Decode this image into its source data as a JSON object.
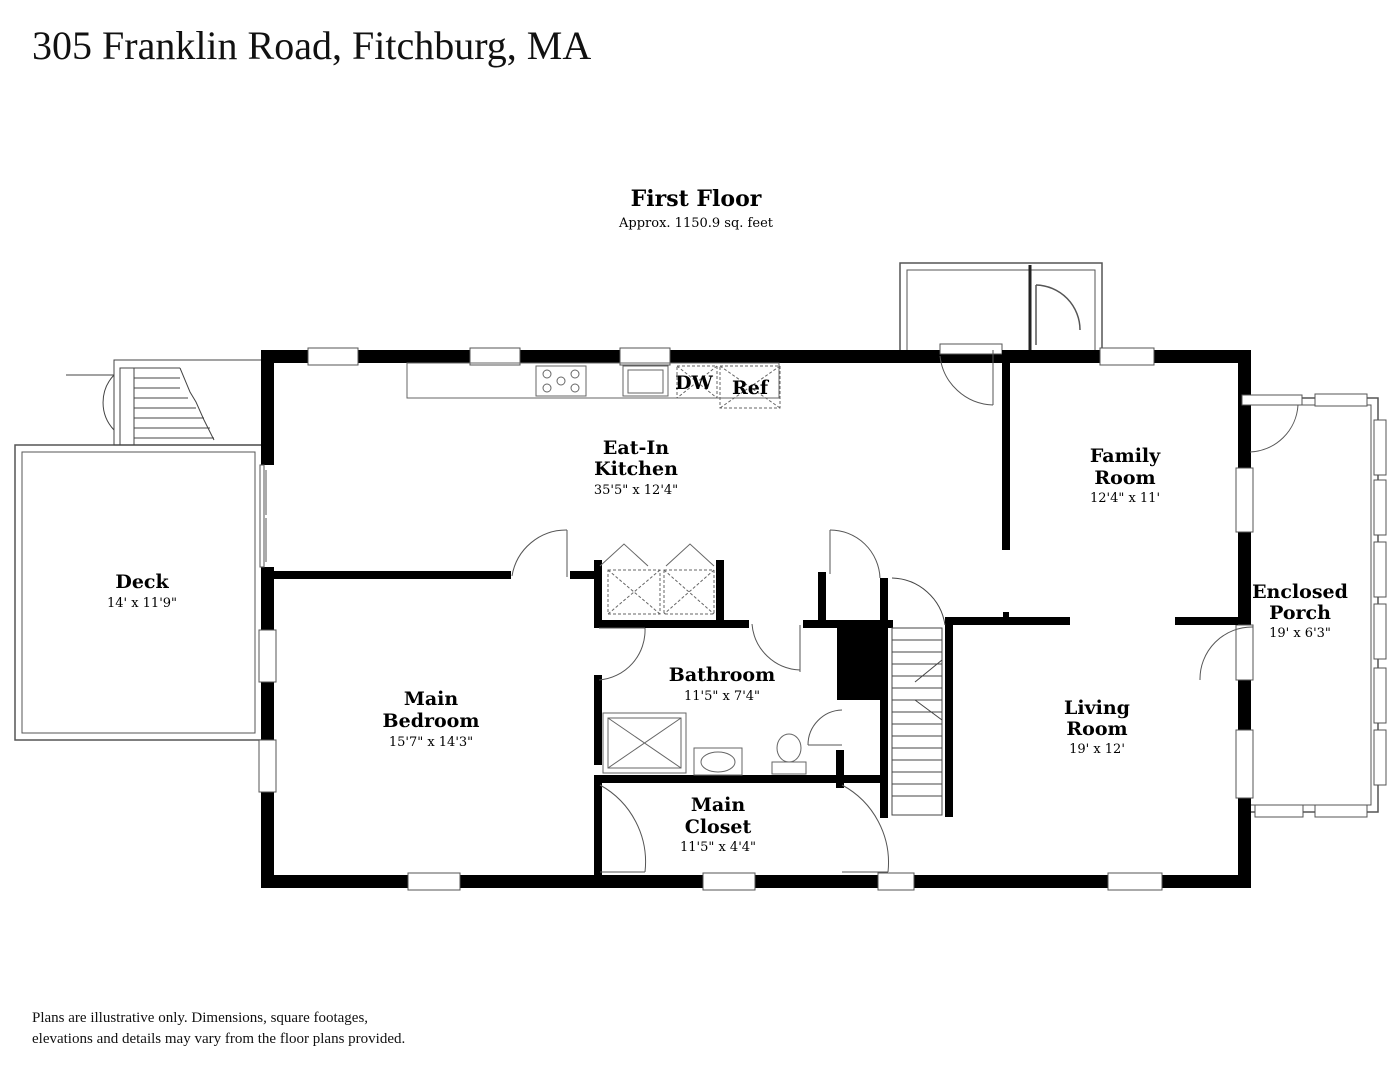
{
  "address": "305 Franklin Road, Fitchburg, MA",
  "floor": {
    "name": "First Floor",
    "area": "Approx. 1150.9 sq. feet"
  },
  "rooms": {
    "kitchen": {
      "line1": "Eat-In",
      "line2": "Kitchen",
      "size": "35'5\" x 12'4\""
    },
    "family": {
      "line1": "Family",
      "line2": "Room",
      "size": "12'4\" x 11'"
    },
    "deck": {
      "line1": "Deck",
      "size": "14' x 11'9\""
    },
    "porch": {
      "line1": "Enclosed",
      "line2": "Porch",
      "size": "19' x 6'3\""
    },
    "bathroom": {
      "line1": "Bathroom",
      "size": "11'5\" x 7'4\""
    },
    "bedroom": {
      "line1": "Main",
      "line2": "Bedroom",
      "size": "15'7\" x 14'3\""
    },
    "living": {
      "line1": "Living",
      "line2": "Room",
      "size": "19' x 12'"
    },
    "closet": {
      "line1": "Main",
      "line2": "Closet",
      "size": "11'5\" x 4'4\""
    }
  },
  "fixtures": {
    "dishwasher": "DW",
    "refrigerator": "Ref"
  },
  "disclaimer": {
    "line1": "Plans are illustrative only. Dimensions, square footages,",
    "line2": "elevations and details may vary from the floor plans provided."
  }
}
